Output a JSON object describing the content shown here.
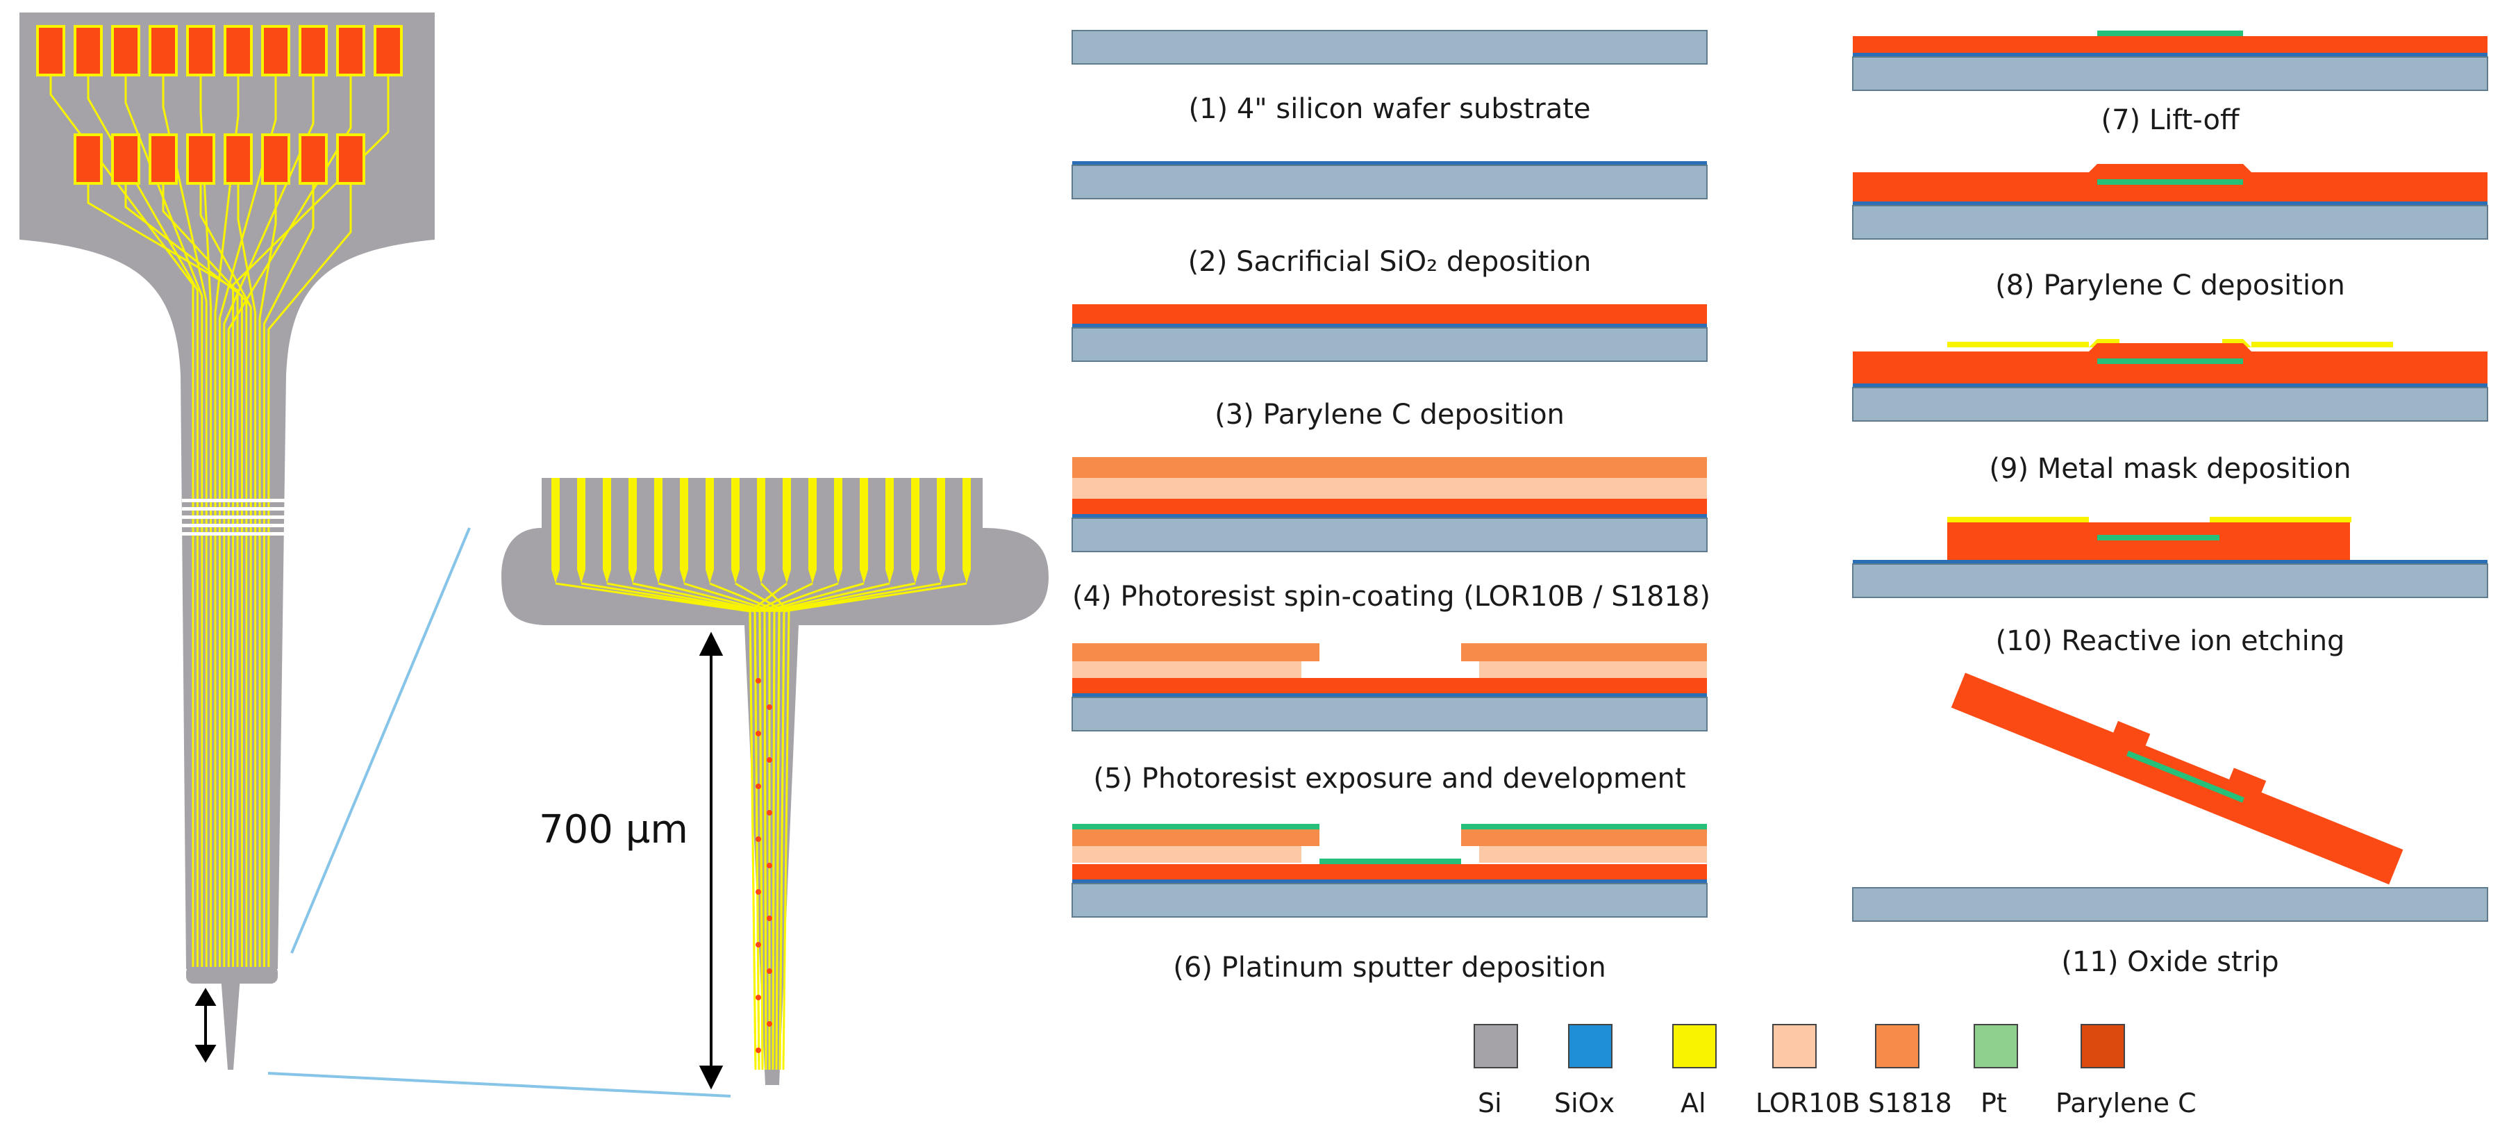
{
  "colors": {
    "si": "#a5a3a8",
    "siox": "#1f8fd8",
    "al": "#f8f400",
    "lor10b": "#fcc8a6",
    "s1818": "#f58c4a",
    "pt": "#8fd08f",
    "parylene": "#dd4a0d",
    "wafer": "#9cb6c8",
    "parylene_layer": "#fb4a14",
    "pt_layer": "#27c07a"
  },
  "dimension": {
    "label": "700 µm"
  },
  "steps": [
    {
      "id": 1,
      "caption": "(1) 4\" silicon wafer substrate"
    },
    {
      "id": 2,
      "caption": "(2) Sacrificial SiO₂ deposition"
    },
    {
      "id": 3,
      "caption": "(3) Parylene C deposition"
    },
    {
      "id": 4,
      "caption": "(4) Photoresist spin-coating (LOR10B / S1818)"
    },
    {
      "id": 5,
      "caption": "(5) Photoresist exposure and development"
    },
    {
      "id": 6,
      "caption": "(6) Platinum sputter deposition"
    },
    {
      "id": 7,
      "caption": "(7) Lift-off"
    },
    {
      "id": 8,
      "caption": "(8) Parylene C deposition"
    },
    {
      "id": 9,
      "caption": "(9) Metal mask deposition"
    },
    {
      "id": 10,
      "caption": "(10) Reactive ion etching"
    },
    {
      "id": 11,
      "caption": "(11) Oxide strip"
    }
  ],
  "legend": [
    {
      "key": "si",
      "label": "Si",
      "color": "#a5a3a8"
    },
    {
      "key": "siox",
      "label": "SiOx",
      "color": "#1f8fd8"
    },
    {
      "key": "al",
      "label": "Al",
      "color": "#f8f400"
    },
    {
      "key": "lor10b",
      "label": "LOR10B",
      "color": "#fcc8a6"
    },
    {
      "key": "s1818",
      "label": "S1818",
      "color": "#f58c4a"
    },
    {
      "key": "pt",
      "label": "Pt",
      "color": "#8fd08f"
    },
    {
      "key": "parylene",
      "label": "Parylene C",
      "color": "#dd4a0d"
    }
  ]
}
